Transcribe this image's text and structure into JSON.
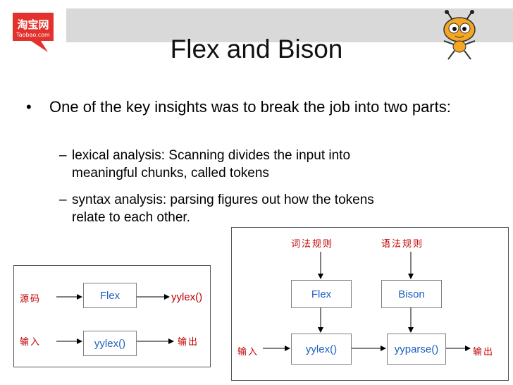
{
  "logo": {
    "brand_cn": "淘宝网",
    "brand_en": "Taobao.com",
    "color": "#e3322d"
  },
  "slide": {
    "title": "Flex and Bison",
    "bullet": "One of the key insights was to break the job into two parts:",
    "sub1_line1": "lexical analysis: Scanning divides the input into",
    "sub1_line2": "meaningful chunks, called tokens",
    "sub2_line1": "syntax analysis: parsing figures out how the tokens",
    "sub2_line2": "relate to each other."
  },
  "left_diagram": {
    "source_label": "源码",
    "input_label": "输入",
    "output_label": "输出",
    "flex_box": "Flex",
    "yylex_box": "yylex()",
    "yylex_output": "yylex()"
  },
  "right_diagram": {
    "lex_rules_label": "词法规则",
    "grammar_rules_label": "语法规则",
    "input_label": "输入",
    "output_label": "输出",
    "flex_box": "Flex",
    "bison_box": "Bison",
    "yylex_box": "yylex()",
    "yyparse_box": "yyparse()"
  },
  "colors": {
    "red_label": "#c00000",
    "box_text": "#1f5fbf",
    "bar": "#d9d9d9"
  }
}
